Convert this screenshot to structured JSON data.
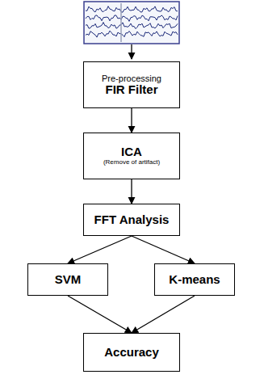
{
  "diagram": {
    "nodes": [
      {
        "text": [
          "Pre-processing",
          "FIR Filter"
        ]
      },
      {
        "text": [
          "ICA",
          "(Remove of artifact)"
        ]
      },
      {
        "text": [
          "FFT Analysis"
        ]
      },
      {
        "text": [
          "SVM"
        ]
      },
      {
        "text": [
          "K-means"
        ]
      },
      {
        "text": [
          "Accuracy"
        ]
      }
    ],
    "edges": [
      {
        "from": 0,
        "to": 1,
        "arrow": "to"
      },
      {
        "from": 1,
        "to": 2,
        "arrow": "to"
      },
      {
        "from": 2,
        "to": 3,
        "arrow": "to"
      },
      {
        "from": 2,
        "to": 4,
        "arrow": "to"
      },
      {
        "from": 3,
        "to": 5,
        "arrow": "to"
      },
      {
        "from": 4,
        "to": 5,
        "arrow": "to"
      }
    ]
  }
}
